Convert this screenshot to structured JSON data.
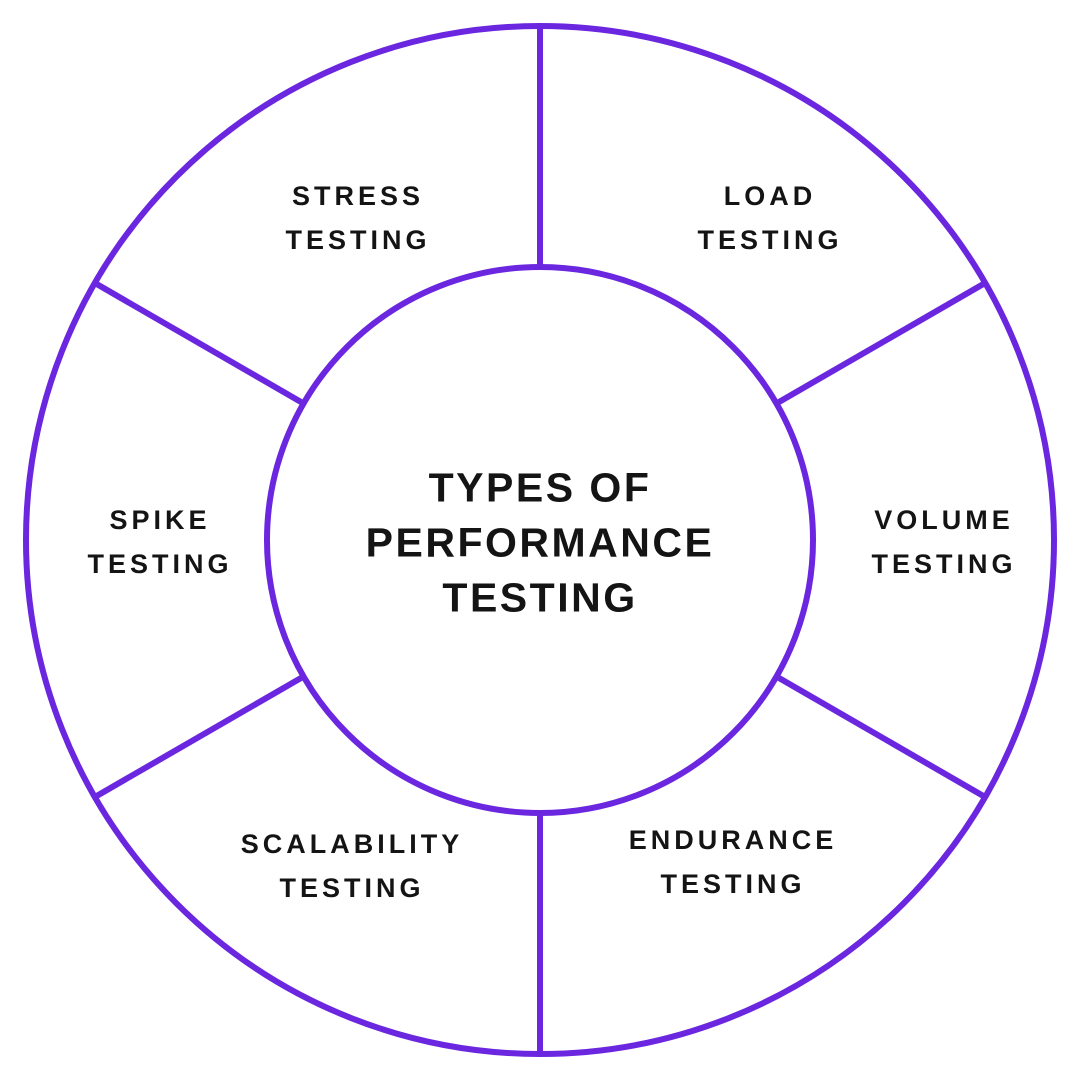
{
  "diagram": {
    "type": "wheel",
    "center": {
      "lines": [
        "TYPES OF",
        "PERFORMANCE",
        "TESTING"
      ]
    },
    "segments": [
      {
        "id": "stress-testing",
        "lines": [
          "STRESS",
          "TESTING"
        ],
        "position": "top-left"
      },
      {
        "id": "load-testing",
        "lines": [
          "LOAD",
          "TESTING"
        ],
        "position": "top-right"
      },
      {
        "id": "volume-testing",
        "lines": [
          "VOLUME",
          "TESTING"
        ],
        "position": "right"
      },
      {
        "id": "endurance-testing",
        "lines": [
          "ENDURANCE",
          "TESTING"
        ],
        "position": "bottom-right"
      },
      {
        "id": "scalability-testing",
        "lines": [
          "SCALABILITY",
          "TESTING"
        ],
        "position": "bottom-left"
      },
      {
        "id": "spike-testing",
        "lines": [
          "SPIKE",
          "TESTING"
        ],
        "position": "left"
      }
    ]
  },
  "colors": {
    "accent": "#6B26E0",
    "text": "#141414",
    "background": "#FFFFFF"
  }
}
